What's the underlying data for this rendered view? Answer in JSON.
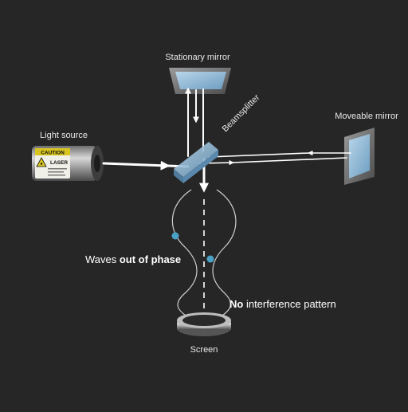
{
  "labels": {
    "stationary_mirror": "Stationary mirror",
    "moveable_mirror": "Moveable mirror",
    "light_source": "Light source",
    "beamsplitter": "Beamsplitter",
    "screen": "Screen",
    "waves_prefix": "Waves ",
    "waves_bold": "out of phase",
    "pattern_bold": "No",
    "pattern_suffix": " interference pattern"
  },
  "laser_label": {
    "caution": "CAUTION",
    "laser": "LASER"
  },
  "colors": {
    "background": "#262626",
    "beam": "#ffffff",
    "text": "#e8e8e8",
    "glass": "#8fb8d6",
    "wave_dot": "#4aa3c7"
  }
}
